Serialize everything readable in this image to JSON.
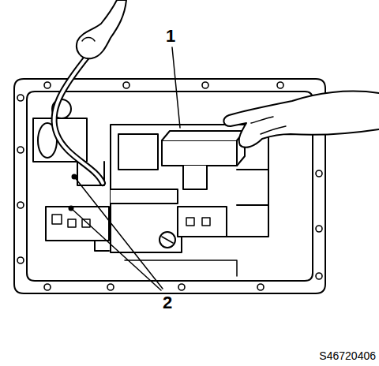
{
  "diagram": {
    "labels": [
      "1",
      "2",
      "S46720406"
    ]
  }
}
